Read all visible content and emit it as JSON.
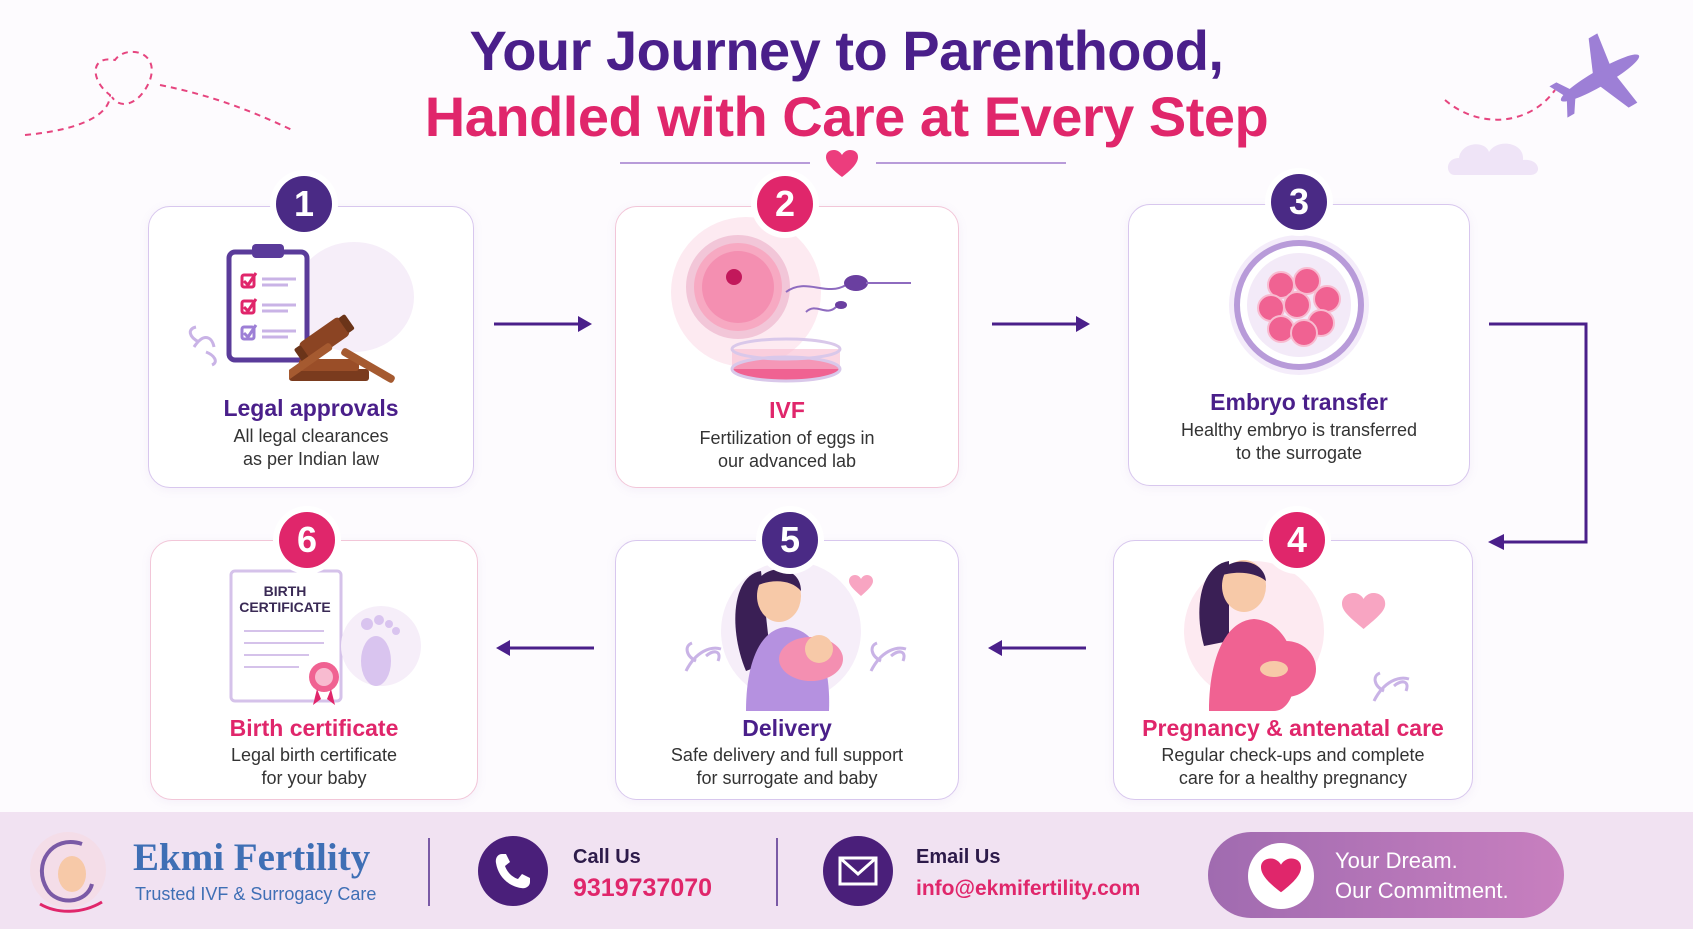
{
  "header": {
    "title_line1": "Your Journey to Parenthood,",
    "title_line2": "Handled with Care at Every Step"
  },
  "steps": [
    {
      "number": "1",
      "title": "Legal approvals",
      "desc_line1": "All legal clearances",
      "desc_line2": "as per Indian law"
    },
    {
      "number": "2",
      "title": "IVF",
      "desc_line1": "Fertilization of eggs in",
      "desc_line2": "our advanced lab"
    },
    {
      "number": "3",
      "title": "Embryo transfer",
      "desc_line1": "Healthy embryo is transferred",
      "desc_line2": "to the surrogate"
    },
    {
      "number": "4",
      "title": "Pregnancy & antenatal care",
      "desc_line1": "Regular check-ups and complete",
      "desc_line2": "care for a healthy pregnancy"
    },
    {
      "number": "5",
      "title": "Delivery",
      "desc_line1": "Safe delivery and full support",
      "desc_line2": "for surrogate and baby"
    },
    {
      "number": "6",
      "title": "Birth certificate",
      "desc_line1": "Legal birth certificate",
      "desc_line2": "for your baby"
    }
  ],
  "certificate_text": {
    "line1": "BIRTH",
    "line2": "CERTIFICATE"
  },
  "footer": {
    "brand_name": "Ekmi Fertility",
    "tagline": "Trusted IVF & Surrogacy Care",
    "call_label": "Call Us",
    "phone": "9319737070",
    "email_label": "Email Us",
    "email": "info@ekmifertility.com",
    "promise_line1": "Your Dream.",
    "promise_line2": "Our Commitment."
  },
  "colors": {
    "primary_purple": "#4a1f8a",
    "accent_pink": "#e0266b",
    "footer_bg": "#f1e2f2"
  },
  "icons": [
    "heart-icon",
    "airplane-icon",
    "cloud-icon",
    "clipboard-icon",
    "gavel-icon",
    "egg-cell-icon",
    "sperm-icon",
    "petri-dish-icon",
    "embryo-icon",
    "pregnant-woman-icon",
    "mother-baby-icon",
    "certificate-icon",
    "footprint-icon",
    "phone-icon",
    "mail-icon",
    "arrow-right-icon",
    "arrow-left-icon"
  ]
}
